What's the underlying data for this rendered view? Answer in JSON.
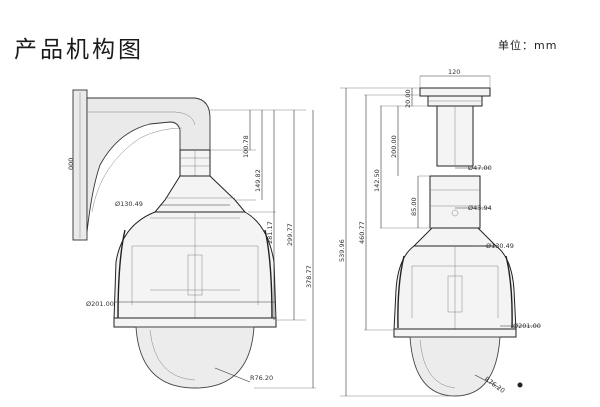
{
  "header": {
    "title": "产品机构图",
    "unit": "单位：mm"
  },
  "wall_mount_view": {
    "dimensions": {
      "bracket_flange": "000",
      "d_collar": "Ø130.49",
      "d_housing": "Ø201.00",
      "r_dome": "R76.20",
      "h_collar": "100.78",
      "h_neck": "149.82",
      "h_body": "281.17",
      "h_housing": "299.77",
      "h_total": "378.77"
    }
  },
  "pendant_mount_view": {
    "dimensions": {
      "w_plate": "120",
      "h_plate": "20.00",
      "d_pipe": "Ø47.00",
      "d_neck": "Ø43.94",
      "h_neck": "85.00",
      "d_collar": "Ø130.49",
      "d_housing": "Ø201.00",
      "r_dome": "R76.20",
      "h_upper": "200.00",
      "h_mid": "142.50",
      "h_full": "460.77",
      "h_total": "539.96"
    }
  }
}
